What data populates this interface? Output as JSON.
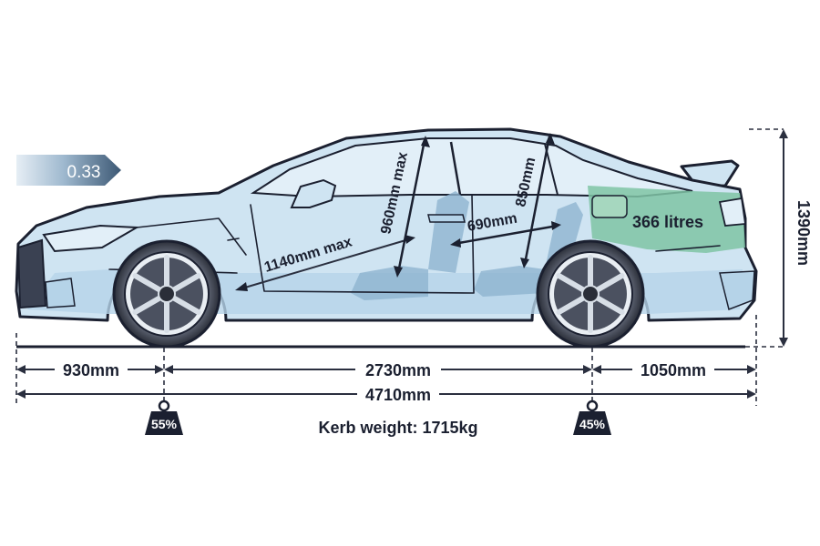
{
  "drag_coefficient": "0.33",
  "dimensions": {
    "front_overhang": "930mm",
    "wheelbase": "2730mm",
    "rear_overhang": "1050mm",
    "length": "4710mm",
    "height": "1390mm",
    "front_legroom": "1140mm max",
    "front_headroom": "960mm max",
    "rear_legroom": "690mm",
    "rear_headroom": "850mm",
    "boot_capacity": "366 litres"
  },
  "weight": {
    "front_distribution": "55%",
    "rear_distribution": "45%",
    "kerb_weight": "Kerb weight: 1715kg"
  },
  "colors": {
    "body_fill": "#cfe4f2",
    "body_shade": "#b5d3e8",
    "glass": "#e2eff8",
    "boot_highlight": "#7fc4a4",
    "seat": "#8fb4d0",
    "outline": "#1b2030",
    "badge_gradient_start": "#b9cfe0",
    "badge_gradient_end": "#3c5874"
  }
}
